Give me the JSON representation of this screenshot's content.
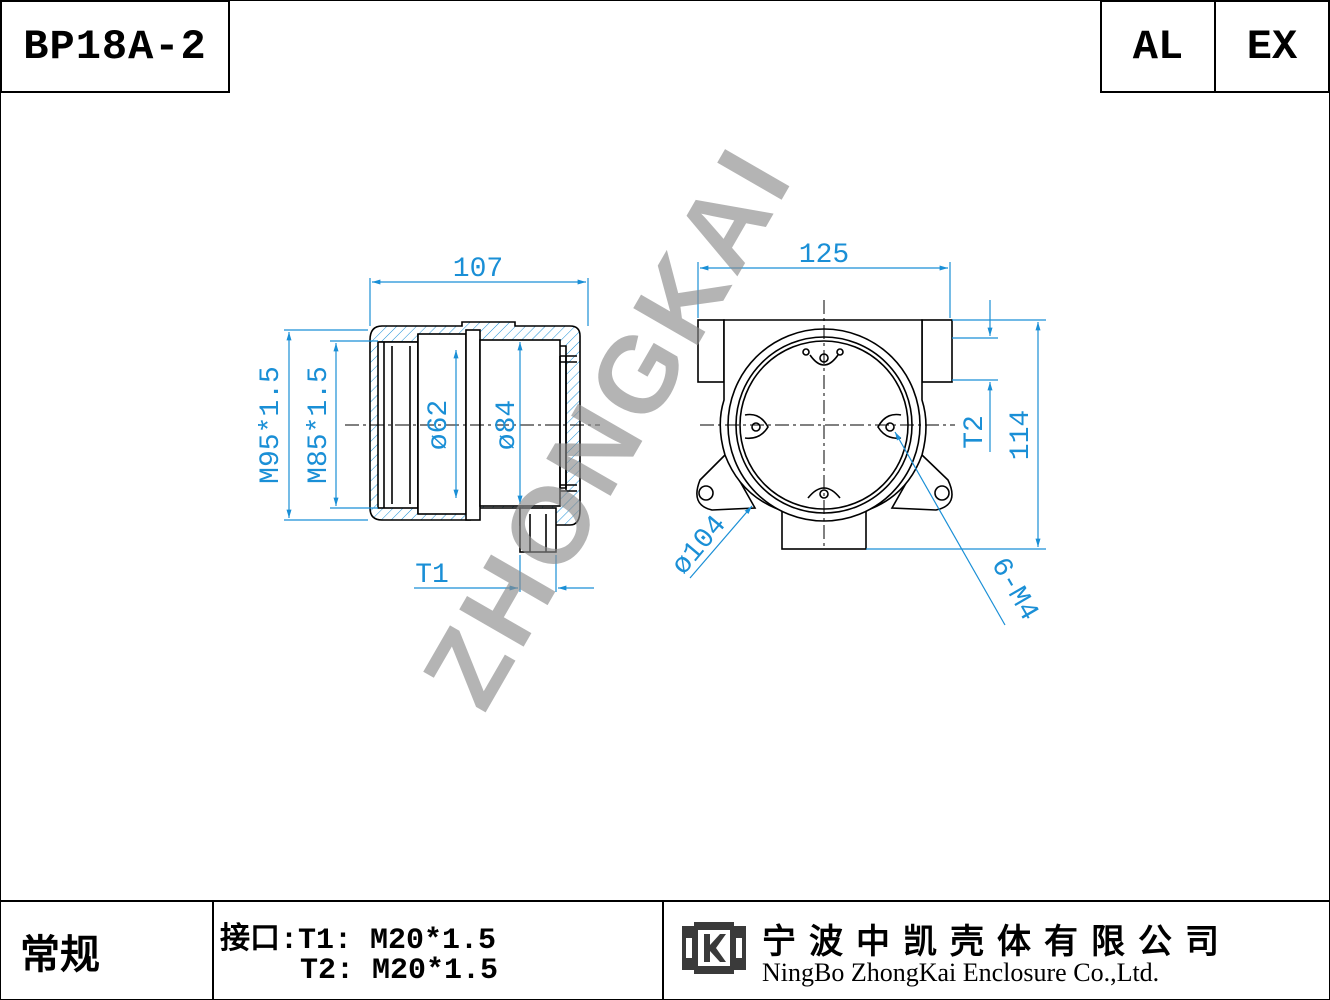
{
  "title_block": {
    "model": "BP18A-2",
    "material": "AL",
    "rating": "EX"
  },
  "watermark": "ZHONGKAI",
  "side_view": {
    "dims": {
      "width": "107",
      "outer_thread": "M95*1.5",
      "inner_thread": "M85*1.5",
      "dia_small": "ø62",
      "dia_large": "ø84",
      "port": "T1"
    }
  },
  "front_view": {
    "dims": {
      "width": "125",
      "height": "114",
      "port": "T2",
      "circle": "ø104",
      "holes": "6-M4"
    }
  },
  "footer": {
    "standard": "常规",
    "ports_line1": "接口:T1: M20*1.5",
    "ports_line2": "T2: M20*1.5",
    "company_cn": "宁波中凯壳体有限公司",
    "company_en": "NingBo ZhongKai Enclosure Co.,Ltd."
  },
  "colors": {
    "dimension": "#1a8fd6",
    "watermark": "#8c8c8c",
    "line": "#000000"
  }
}
